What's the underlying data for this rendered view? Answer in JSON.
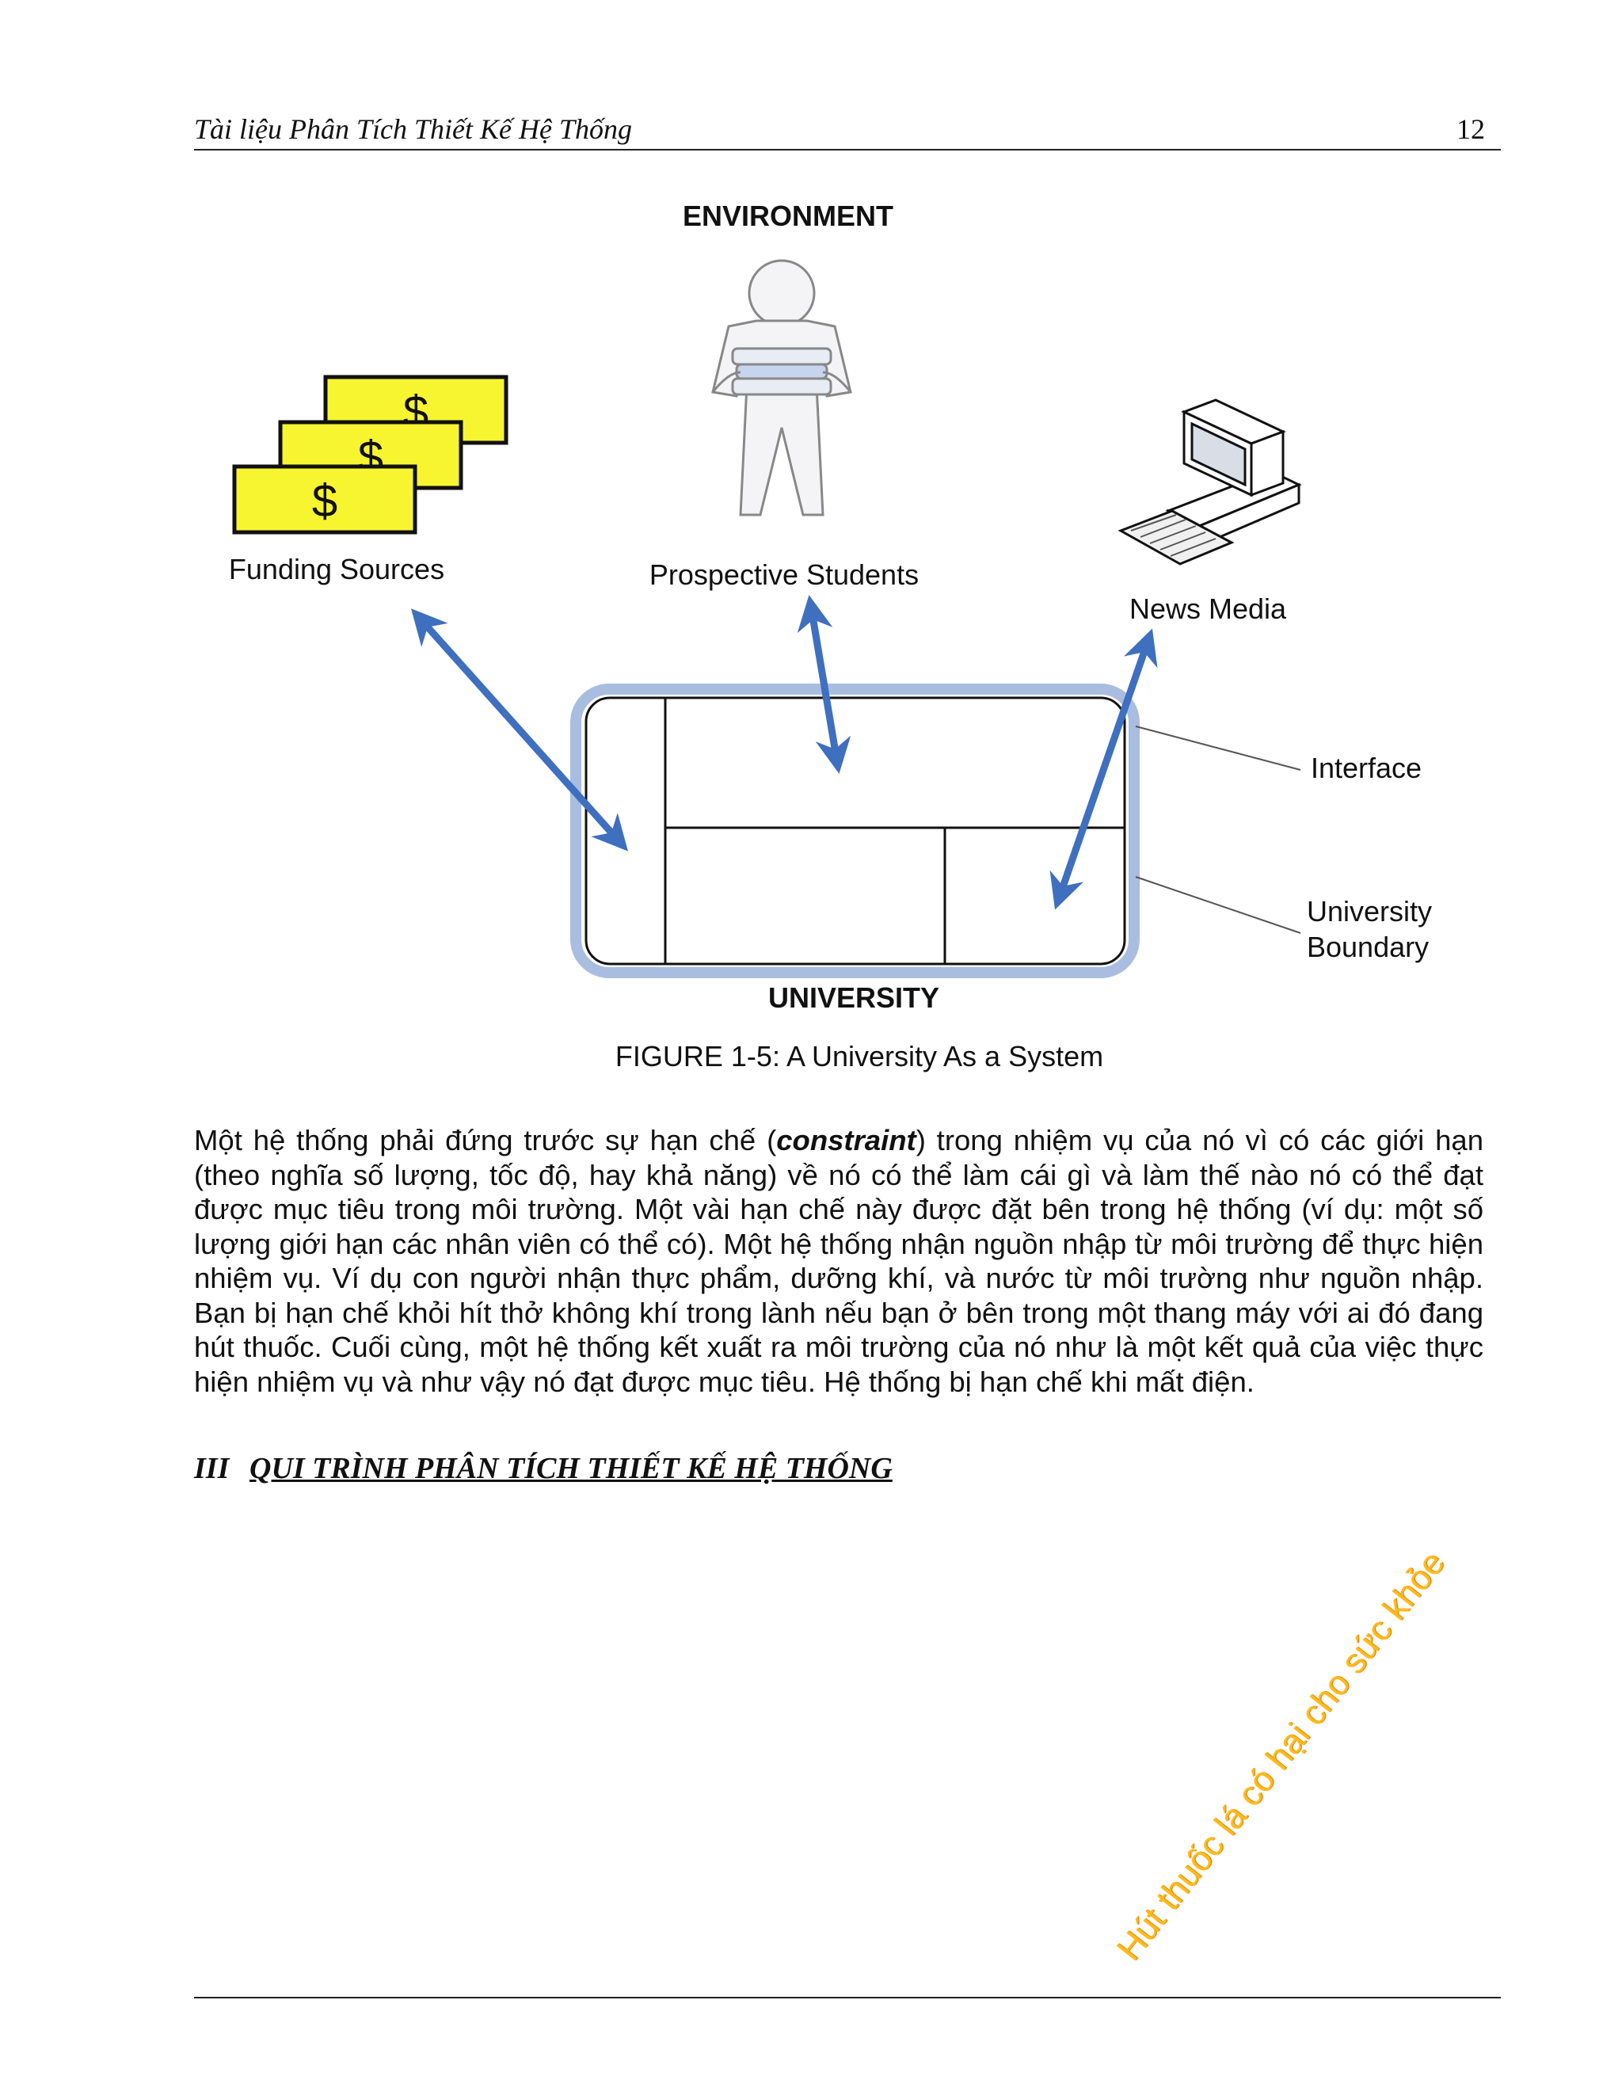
{
  "header": {
    "title": "Tài liệu Phân Tích Thiết Kế Hệ Thống",
    "page_number": "12"
  },
  "figure": {
    "environment_label": "ENVIRONMENT",
    "university_label": "UNIVERSITY",
    "funding_label": "Funding Sources",
    "students_label": "Prospective Students",
    "media_label": "News Media",
    "interface_label": "Interface",
    "boundary_label_line1": "University",
    "boundary_label_line2": "Boundary",
    "dollar_symbol": "$",
    "caption": "FIGURE 1-5: A University As a System",
    "icons": [
      "money-bills-icon",
      "student-with-books-icon",
      "computer-icon"
    ],
    "colors": {
      "arrow": "#3f6fbf",
      "bill": "#f7f530",
      "boundary": "#a9bde0"
    }
  },
  "body": {
    "paragraph_before": "Một hệ thống phải đứng trước sự hạn chế (",
    "emphasis": "constraint",
    "paragraph_after": ") trong nhiệm vụ của nó vì có các giới hạn (theo nghĩa số lượng, tốc độ, hay khả năng) về nó có thể làm cái gì và làm thế nào nó có thể đạt được mục tiêu trong môi trường. Một vài hạn chế này được đặt bên trong hệ thống (ví dụ: một số lượng giới hạn các nhân viên có thể có). Một hệ thống nhận nguồn nhập từ môi trường để thực hiện nhiệm vụ. Ví dụ con người nhận thực phẩm, dưỡng khí, và nước từ môi trường như nguồn nhập. Bạn bị hạn chế khỏi hít thở không khí trong lành nếu bạn ở bên trong một thang máy với ai đó đang hút thuốc. Cuối cùng, một hệ thống kết xuất ra môi trường của nó như là một kết quả của việc thực hiện nhiệm vụ và như vậy nó đạt được mục tiêu. Hệ thống bị hạn chế khi mất điện."
  },
  "section": {
    "number": "III",
    "title": "QUI TRÌNH PHÂN TÍCH THIẾT KẾ HỆ THỐNG"
  },
  "watermark": "Hút thuốc lá có hại cho sức khỏe"
}
